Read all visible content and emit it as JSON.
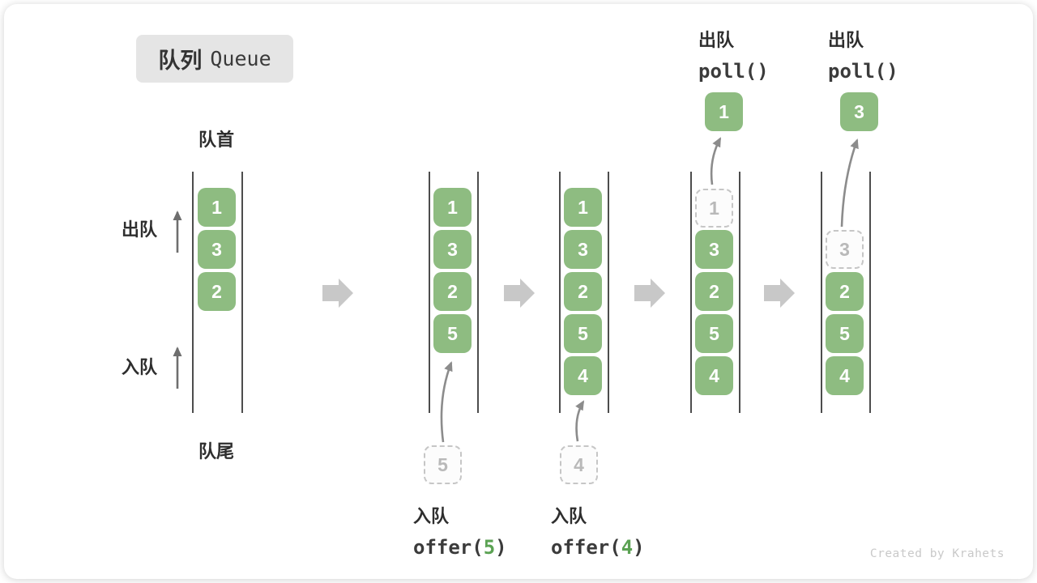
{
  "title": {
    "zh": "队列",
    "en": "Queue"
  },
  "labels": {
    "front": "队首",
    "rear": "队尾",
    "dequeue": "出队",
    "enqueue": "入队"
  },
  "ops": {
    "enqueue5": {
      "name": "入队",
      "fn": "offer(",
      "arg": "5",
      "close": ")"
    },
    "enqueue4": {
      "name": "入队",
      "fn": "offer(",
      "arg": "4",
      "close": ")"
    },
    "poll1": {
      "name": "出队",
      "code": "poll()"
    },
    "poll2": {
      "name": "出队",
      "code": "poll()"
    }
  },
  "states": [
    {
      "cells": [
        "1",
        "3",
        "2"
      ]
    },
    {
      "cells": [
        "1",
        "3",
        "2",
        "5"
      ],
      "staged": "5"
    },
    {
      "cells": [
        "1",
        "3",
        "2",
        "5",
        "4"
      ],
      "staged": "4"
    },
    {
      "removed": "1",
      "cells": [
        "3",
        "2",
        "5",
        "4"
      ],
      "popped": "1"
    },
    {
      "removed": "3",
      "cells": [
        "2",
        "5",
        "4"
      ],
      "popped": "3"
    }
  ],
  "colors": {
    "cell_green": "#8ebc81",
    "code_green": "#5ba253",
    "block_arrow_gray": "#c8c8c8",
    "wall_line": "#4d4d4d"
  },
  "watermark": "Created by Krahets"
}
